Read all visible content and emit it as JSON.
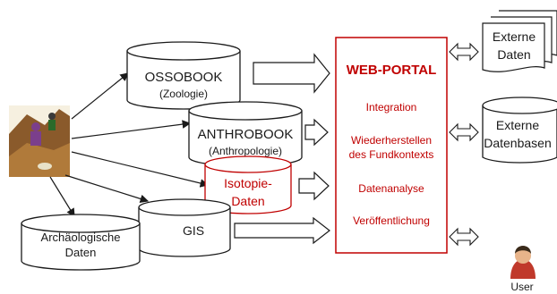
{
  "sources": {
    "ossobook": {
      "name": "OSSOBOOK",
      "sub": "(Zoologie)"
    },
    "anthrobook": {
      "name": "ANTHROBOOK",
      "sub": "(Anthropologie)"
    },
    "isotopie": {
      "line1": "Isotopie-",
      "line2": "Daten"
    },
    "archaeo": {
      "line1": "Archäologische",
      "line2": "Daten"
    },
    "gis": {
      "name": "GIS"
    }
  },
  "portal": {
    "title": "WEB-PORTAL",
    "items": [
      "Integration",
      "Wiederherstellen",
      "des Fundkontexts",
      "Datenanalyse",
      "Veröffentlichung"
    ]
  },
  "external": {
    "daten": {
      "line1": "Externe",
      "line2": "Daten"
    },
    "datenbasen": {
      "line1": "Externe",
      "line2": "Datenbasen"
    },
    "user": "User"
  },
  "colors": {
    "accent": "#c00000",
    "stroke": "#1a1a1a"
  },
  "icons": [
    "excavation-clipart-icon",
    "user-icon"
  ]
}
